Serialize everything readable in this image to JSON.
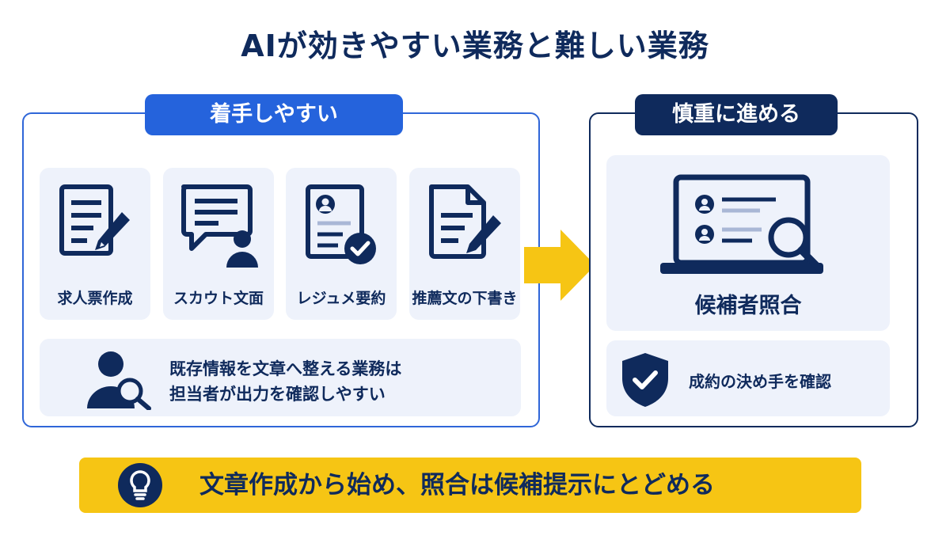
{
  "title": "AIが効きやすい業務と難しい業務",
  "left_panel": {
    "tag": "着手しやすい",
    "cards": [
      {
        "label": "求人票作成",
        "icon": "document-pen-icon"
      },
      {
        "label": "スカウト文面",
        "icon": "chat-person-icon"
      },
      {
        "label": "レジュメ要約",
        "icon": "resume-check-icon"
      },
      {
        "label": "推薦文の下書き",
        "icon": "document-pen-icon"
      }
    ],
    "note": {
      "icon": "person-search-icon",
      "line1": "既存情報を文章へ整える業務は",
      "line2": "担当者が出力を確認しやすい"
    }
  },
  "right_panel": {
    "tag": "慎重に進める",
    "card": {
      "label": "候補者照合",
      "icon": "laptop-search-icon"
    },
    "note": {
      "icon": "shield-check-icon",
      "text": "成約の決め手を確認"
    }
  },
  "banner": {
    "icon": "lightbulb-icon",
    "text": "文章作成から始め、照合は候補提示にとどめる"
  },
  "colors": {
    "navy": "#0f2a5c",
    "blue": "#2563dc",
    "card_bg": "#eef2fb",
    "accent_yellow": "#f6c514"
  }
}
